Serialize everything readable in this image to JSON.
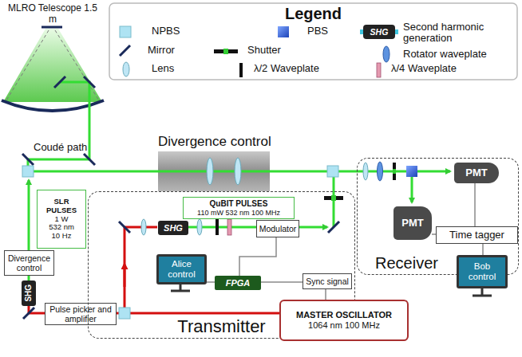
{
  "diagram": {
    "nodes": [
      {
        "text": [
          "Divergence control"
        ]
      },
      {
        "text": [
          "SLR PULSES",
          "1 W",
          "532 nm",
          "10 Hz"
        ]
      },
      {
        "text": [
          "Divergence control"
        ]
      },
      {
        "text": [
          "SHG"
        ]
      },
      {
        "text": [
          "Pulse picker and amplifier"
        ]
      },
      {
        "text": [
          "Transmitter"
        ]
      },
      {
        "text": [
          "QuBIT PULSES",
          "110 mW 532 nm 100 MHz"
        ],
        "in": 5
      },
      {
        "text": [
          "SHG"
        ],
        "in": 5
      },
      {
        "text": [
          "Modulator"
        ],
        "in": 5
      },
      {
        "text": [
          "Alice control"
        ],
        "in": 5
      },
      {
        "text": [
          "FPGA"
        ],
        "in": 5
      },
      {
        "text": [
          "Sync signal"
        ],
        "in": 5
      },
      {
        "text": [
          "Receiver"
        ]
      },
      {
        "text": [
          "PMT"
        ],
        "in": 12
      },
      {
        "text": [
          "PMT"
        ],
        "in": 12
      },
      {
        "text": [
          "Time tagger"
        ],
        "in": 12
      },
      {
        "text": [
          "Bob control"
        ]
      },
      {
        "text": [
          "MASTER OSCILLATOR",
          "1064 nm 100 MHz"
        ]
      }
    ],
    "edges": [
      {
        "from": 17,
        "to": 4,
        "arrow": "none"
      },
      {
        "from": 4,
        "to": 3,
        "arrow": "none"
      },
      {
        "from": 3,
        "to": 2,
        "arrow": "none"
      },
      {
        "from": 7,
        "to": 8,
        "arrow": "none"
      },
      {
        "from": 8,
        "to": 10,
        "arrow": "none"
      },
      {
        "from": 9,
        "to": 10,
        "arrow": "none"
      },
      {
        "from": 10,
        "to": 11,
        "arrow": "none"
      },
      {
        "from": 11,
        "to": 17,
        "arrow": "none"
      },
      {
        "from": 14,
        "to": 15,
        "arrow": "none"
      },
      {
        "from": 13,
        "to": 15,
        "arrow": "none"
      },
      {
        "from": 15,
        "to": 16,
        "arrow": "none"
      }
    ],
    "labels": [
      "MLRO Telescope 1.5 m",
      "Legend",
      "SHG",
      "Coudé path"
    ],
    "legend": [
      {
        "text": "NPBS"
      },
      {
        "text": "PBS"
      },
      {
        "text": "Second harmonic generation"
      },
      {
        "text": "Mirror"
      },
      {
        "text": "Shutter"
      },
      {
        "text": "Rotator waveplate"
      },
      {
        "text": "Lens"
      },
      {
        "text": "λ/2 Waveplate"
      },
      {
        "text": "λ/4 Waveplate"
      }
    ]
  }
}
